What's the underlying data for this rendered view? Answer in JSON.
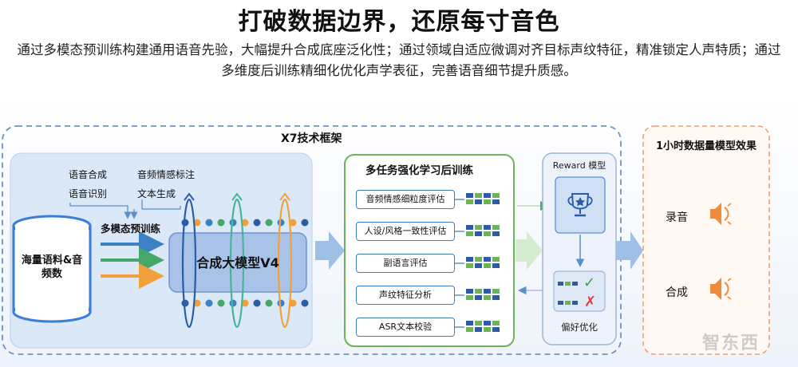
{
  "header": {
    "title": "打破数据边界，还原每寸音色",
    "subtitle": "通过多模态预训练构建通用语音先验，大幅提升合成底座泛化性；通过领域自适应微调对齐目标声纹特征，精准锁定人声特质；通过多维度后训练精细化优化声学表征，完善语音细节提升质感。"
  },
  "framework": {
    "title": "X7技术框架",
    "data_source": "海量语料&音频数",
    "tasks": [
      "语音合成",
      "音频情感标注",
      "语音识别",
      "文本生成"
    ],
    "pretrain_label": "多模态预训练",
    "model_label": "合成大模型V4",
    "post_training": {
      "title": "多任务强化学习后训练",
      "items": [
        "音频情感细粒度评估",
        "人设/风格一致性评估",
        "副语言评估",
        "声纹特征分析",
        "ASR文本校验"
      ]
    },
    "reward": {
      "title": "Reward 模型",
      "pref_label": "偏好优化",
      "check_mark": "✓",
      "cross_mark": "✗"
    }
  },
  "results": {
    "title": "1小时数据量模型效果",
    "items": [
      "录音",
      "合成"
    ]
  },
  "watermark": "智东西",
  "colors": {
    "dashed_blue": "#6b93c2",
    "panel_blue": "#dbe8f7",
    "model_fill": "#a9c2e8",
    "green_border": "#6cb35a",
    "orange_dash": "#f0a070",
    "speaker": "#f08a3c"
  }
}
